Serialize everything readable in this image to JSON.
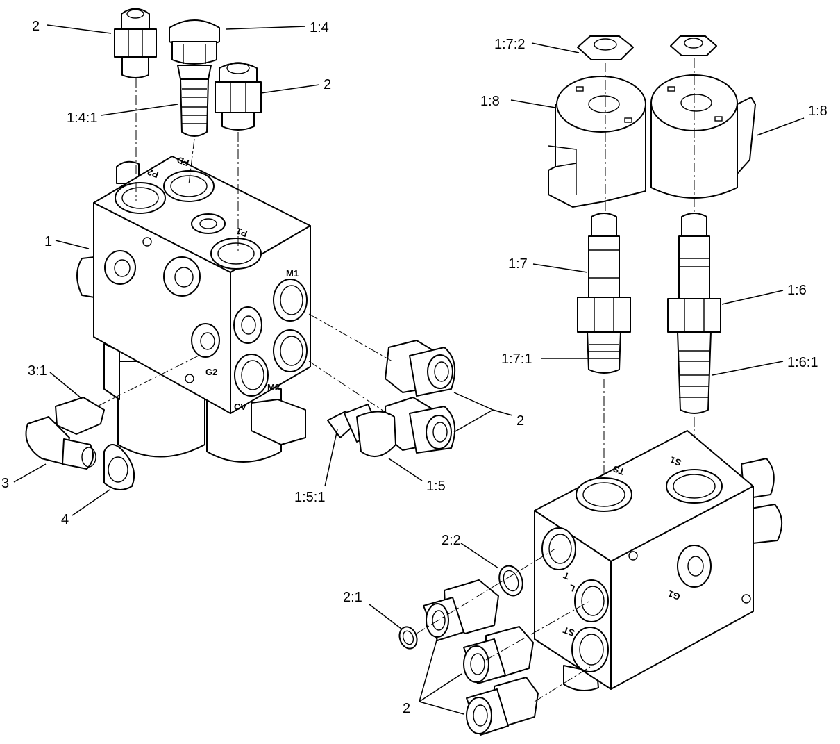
{
  "callouts": {
    "c_2_a": "2",
    "c_1_4": "1:4",
    "c_2_b": "2",
    "c_1_4_1": "1:4:1",
    "c_1_7_2": "1:7:2",
    "c_1_8_a": "1:8",
    "c_1_8_b": "1:8",
    "c_1": "1",
    "c_1_7": "1:7",
    "c_1_6": "1:6",
    "c_1_7_1": "1:7:1",
    "c_1_6_1": "1:6:1",
    "c_3_1": "3:1",
    "c_2_c": "2",
    "c_3": "3",
    "c_1_5_1": "1:5:1",
    "c_1_5": "1:5",
    "c_4": "4",
    "c_2_2": "2:2",
    "c_2_1": "2:1",
    "c_2_d": "2"
  },
  "ports": {
    "p2": "P2",
    "fd": "FD",
    "p1": "P1",
    "m1": "M1",
    "g2": "G2",
    "m2": "M2",
    "cv": "CV",
    "ts": "TS",
    "s1": "S1",
    "t": "T",
    "l": "L",
    "st": "ST",
    "g1": "G1"
  }
}
